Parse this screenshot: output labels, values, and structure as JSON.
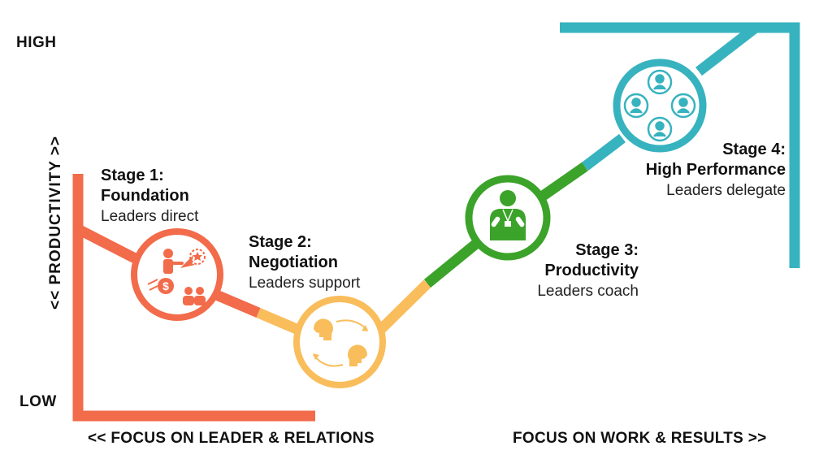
{
  "axis": {
    "high": "HIGH",
    "low": "LOW",
    "productivity": "<< PRODUCTIVITY >>",
    "focus_left": "<< FOCUS ON LEADER & RELATIONS",
    "focus_right": "FOCUS ON WORK & RESULTS >>"
  },
  "stages": [
    {
      "title_line1": "Stage 1:",
      "title_line2": "Foundation",
      "subtitle": "Leaders direct",
      "color": "#f26b4a",
      "icon": "leader-presentation-icon"
    },
    {
      "title_line1": "Stage 2:",
      "title_line2": "Negotiation",
      "subtitle": "Leaders support",
      "color": "#f9bd5c",
      "icon": "conversation-heads-icon"
    },
    {
      "title_line1": "Stage 3:",
      "title_line2": "Productivity",
      "subtitle": "Leaders coach",
      "color": "#3ba329",
      "icon": "coach-icon"
    },
    {
      "title_line1": "Stage 4:",
      "title_line2": "High Performance",
      "subtitle": "Leaders delegate",
      "color": "#37b3bf",
      "icon": "team-circle-icon"
    }
  ]
}
